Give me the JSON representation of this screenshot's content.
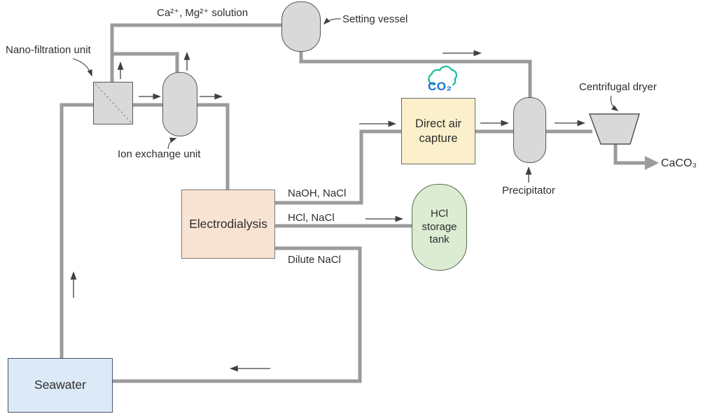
{
  "meta": {
    "type": "process-flow-diagram",
    "topic": "Seawater-based direct air capture of CO2 producing CaCO3"
  },
  "nodes": {
    "seawater": {
      "label": "Seawater",
      "fill": "#dce9f6"
    },
    "nano_filtration": {
      "label": "Nano-filtration unit",
      "fill": "#d9d9d9"
    },
    "ion_exchange": {
      "label": "Ion exchange unit",
      "fill": "#d9d9d9"
    },
    "setting_vessel": {
      "label": "Setting vessel",
      "fill": "#d9d9d9"
    },
    "electrodialysis": {
      "label": "Electrodialysis",
      "fill": "#f9e3d2"
    },
    "direct_air_capture": {
      "label": "Direct air capture",
      "fill": "#fbf0cb"
    },
    "precipitator": {
      "label": "Precipitator",
      "fill": "#d9d9d9"
    },
    "hcl_storage_tank": {
      "label": "HCl storage tank",
      "fill": "#dcecd2"
    },
    "centrifugal_dryer": {
      "label": "Centrifugal dryer",
      "fill": "#d9d9d9"
    }
  },
  "streams": {
    "ca_mg_solution": "Ca²⁺, Mg²⁺ solution",
    "naoh_nacl": "NaOH, NaCl",
    "hcl_nacl": "HCl, NaCl",
    "dilute_nacl": "Dilute NaCl",
    "caco3": "CaCO₃",
    "co2": "CO₂"
  },
  "colors": {
    "pipe": "#9b9b9b",
    "arrow": "#404040",
    "vessel_fill": "#d9d9d9",
    "vessel_stroke": "#565656",
    "co2_text": "#1c6fd4",
    "co2_cloud": "#24bf9d",
    "seawater_border": "#44546a"
  }
}
